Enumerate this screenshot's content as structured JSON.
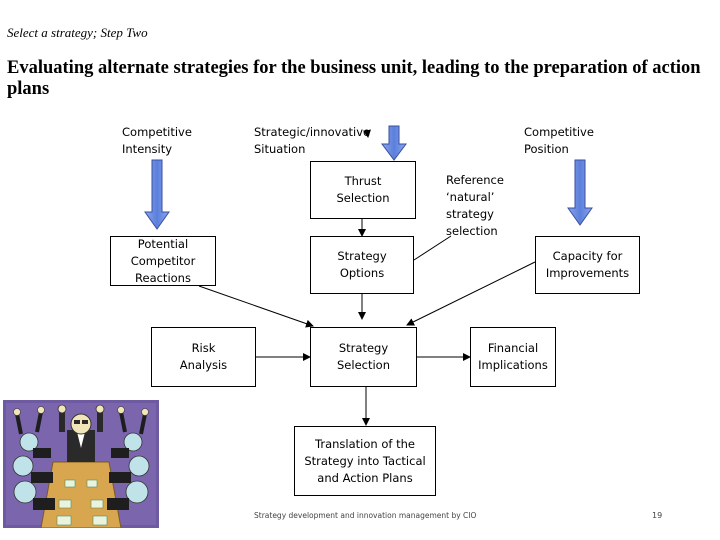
{
  "header": {
    "kicker": "Select a strategy; Step Two",
    "title": "Evaluating alternate strategies for the business unit, leading to the preparation of action plans"
  },
  "inputs": {
    "competitive_intensity": "Competitive\nIntensity",
    "strategic_innovative_situation": "Strategic/innovative\nSituation",
    "competitive_position": "Competitive\nPosition",
    "reference_note": "Reference\n‘natural’\nstrategy\nselection"
  },
  "boxes": {
    "thrust_selection": "Thrust\nSelection",
    "potential_competitor_reactions": "Potential\nCompetitor\nReactions",
    "strategy_options": "Strategy\nOptions",
    "capacity_for_improvements": "Capacity for\nImprovements",
    "risk_analysis": "Risk\nAnalysis",
    "strategy_selection": "Strategy\nSelection",
    "financial_implications": "Financial\nImplications",
    "translation": "Translation of the\nStrategy into Tactical\nand Action Plans"
  },
  "colors": {
    "block_arrow_fill": "#6f8fe0",
    "block_arrow_stroke": "#3a4fa0"
  },
  "illustration": {
    "icon": "meeting-table-clipart-icon"
  },
  "footer": {
    "credit": "Strategy development and innovation management by CIO",
    "page_number": "19"
  }
}
